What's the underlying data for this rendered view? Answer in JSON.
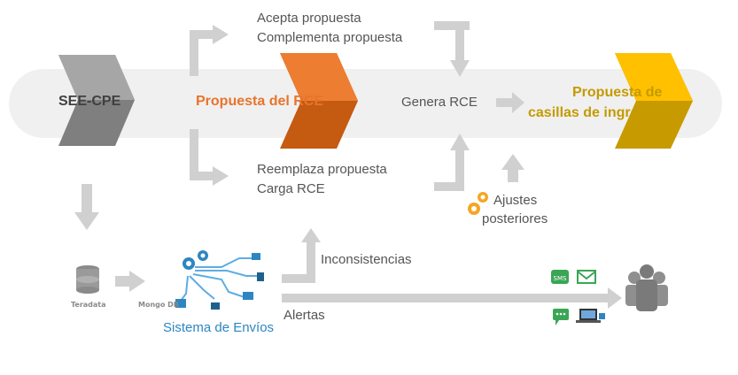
{
  "stages": {
    "see_cpe": "SEE-CPE",
    "propuesta_rce": "Propuesta del RCE",
    "propuesta_casillas_line1": "Propuesta de",
    "propuesta_casillas_line2": "casillas de ingresos"
  },
  "actions": {
    "acepta": "Acepta propuesta",
    "complementa": "Complementa propuesta",
    "reemplaza": "Reemplaza propuesta",
    "carga": "Carga RCE",
    "genera": "Genera RCE",
    "ajustes_line1": "Ajustes",
    "ajustes_line2": "posteriores",
    "inconsistencias": "Inconsistencias",
    "alertas": "Alertas"
  },
  "sources": {
    "teradata": "Teradata",
    "mongodb": "Mongo DB",
    "sistema": "Sistema de Envíos"
  },
  "icons": {
    "sms_badge": "SMS"
  },
  "colors": {
    "gray_chevron": "#7f7f7f",
    "orange": "#e8742b",
    "orange_dark": "#c55a11",
    "gold": "#f5b800",
    "gold_dark": "#c79a00",
    "gold_text": "#c49a00",
    "blue": "#2e86c1",
    "band": "#f0f0f0",
    "arrow": "#d0d0d0"
  }
}
